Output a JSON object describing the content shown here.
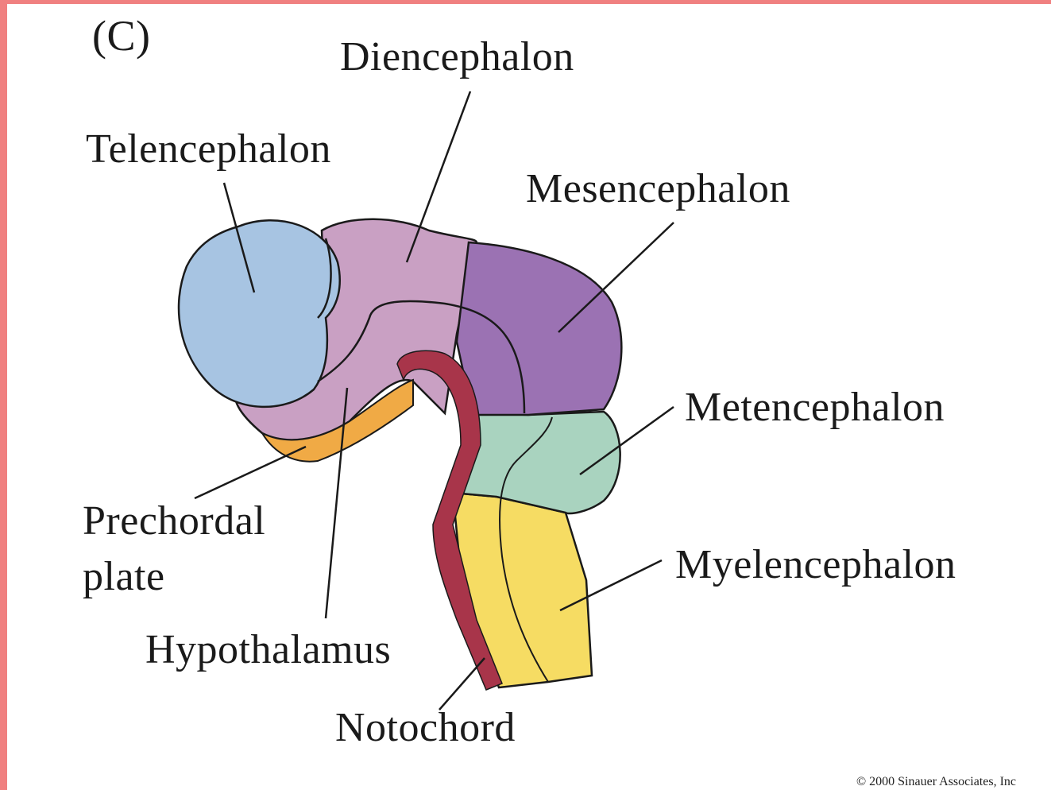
{
  "panel_label": "(C)",
  "labels": {
    "diencephalon": "Diencephalon",
    "telencephalon": "Telencephalon",
    "mesencephalon": "Mesencephalon",
    "metencephalon": "Metencephalon",
    "prechordal_line1": "Prechordal",
    "prechordal_line2": "plate",
    "myelencephalon": "Myelencephalon",
    "hypothalamus": "Hypothalamus",
    "notochord": "Notochord"
  },
  "copyright": "© 2000 Sinauer Associates, Inc",
  "colors": {
    "frame_accent": "#f08080",
    "telencephalon": "#a7c4e2",
    "diencephalon": "#c9a0c3",
    "mesencephalon": "#9b72b3",
    "metencephalon": "#a9d3bf",
    "myelencephalon": "#f6dc63",
    "prechordal_plate": "#f0aa45",
    "notochord": "#a8354a"
  }
}
